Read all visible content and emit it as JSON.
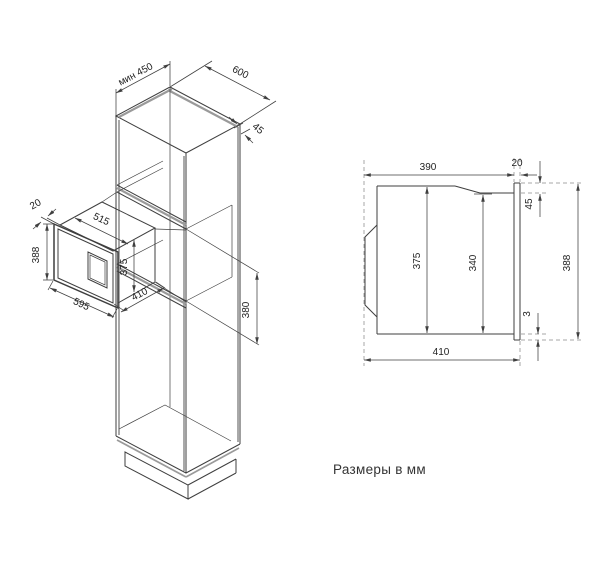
{
  "caption": "Размеры в мм",
  "iso": {
    "min_depth": "мин 450",
    "cabinet_width": "600",
    "frame_width": "45",
    "panel_overhang": "20",
    "body_width": "515",
    "panel_height": "388",
    "body_height": "375",
    "panel_width": "595",
    "body_depth": "410",
    "niche_height": "380"
  },
  "side": {
    "body_depth": "390",
    "panel_thickness": "20",
    "top_clearance": "45",
    "panel_height": "388",
    "body_height": "375",
    "rear_body_height": "340",
    "bottom_clearance": "3",
    "total_depth": "410"
  },
  "colors": {
    "line": "#3f3f3f",
    "accent_gray": "#9a9a9a",
    "dash": "#8a8a8a",
    "text": "#1f1f1f",
    "background": "#ffffff"
  }
}
